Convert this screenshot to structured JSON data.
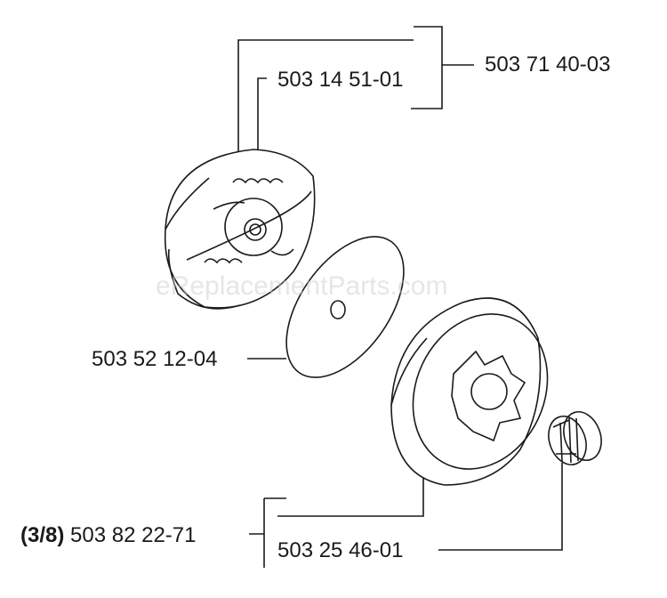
{
  "watermark": "eReplacementParts.com",
  "labels": {
    "clutch_assembly": "503 71 40-03",
    "clutch_spring": "503 14 51-01",
    "washer": "503 52 12-04",
    "drum_pitch": "(3/8)",
    "drum_assembly": "503 82 22-71",
    "needle_bearing": "503 25 46-01"
  },
  "colors": {
    "line": "#1a1a1a",
    "watermark": "#c8c8c8"
  }
}
